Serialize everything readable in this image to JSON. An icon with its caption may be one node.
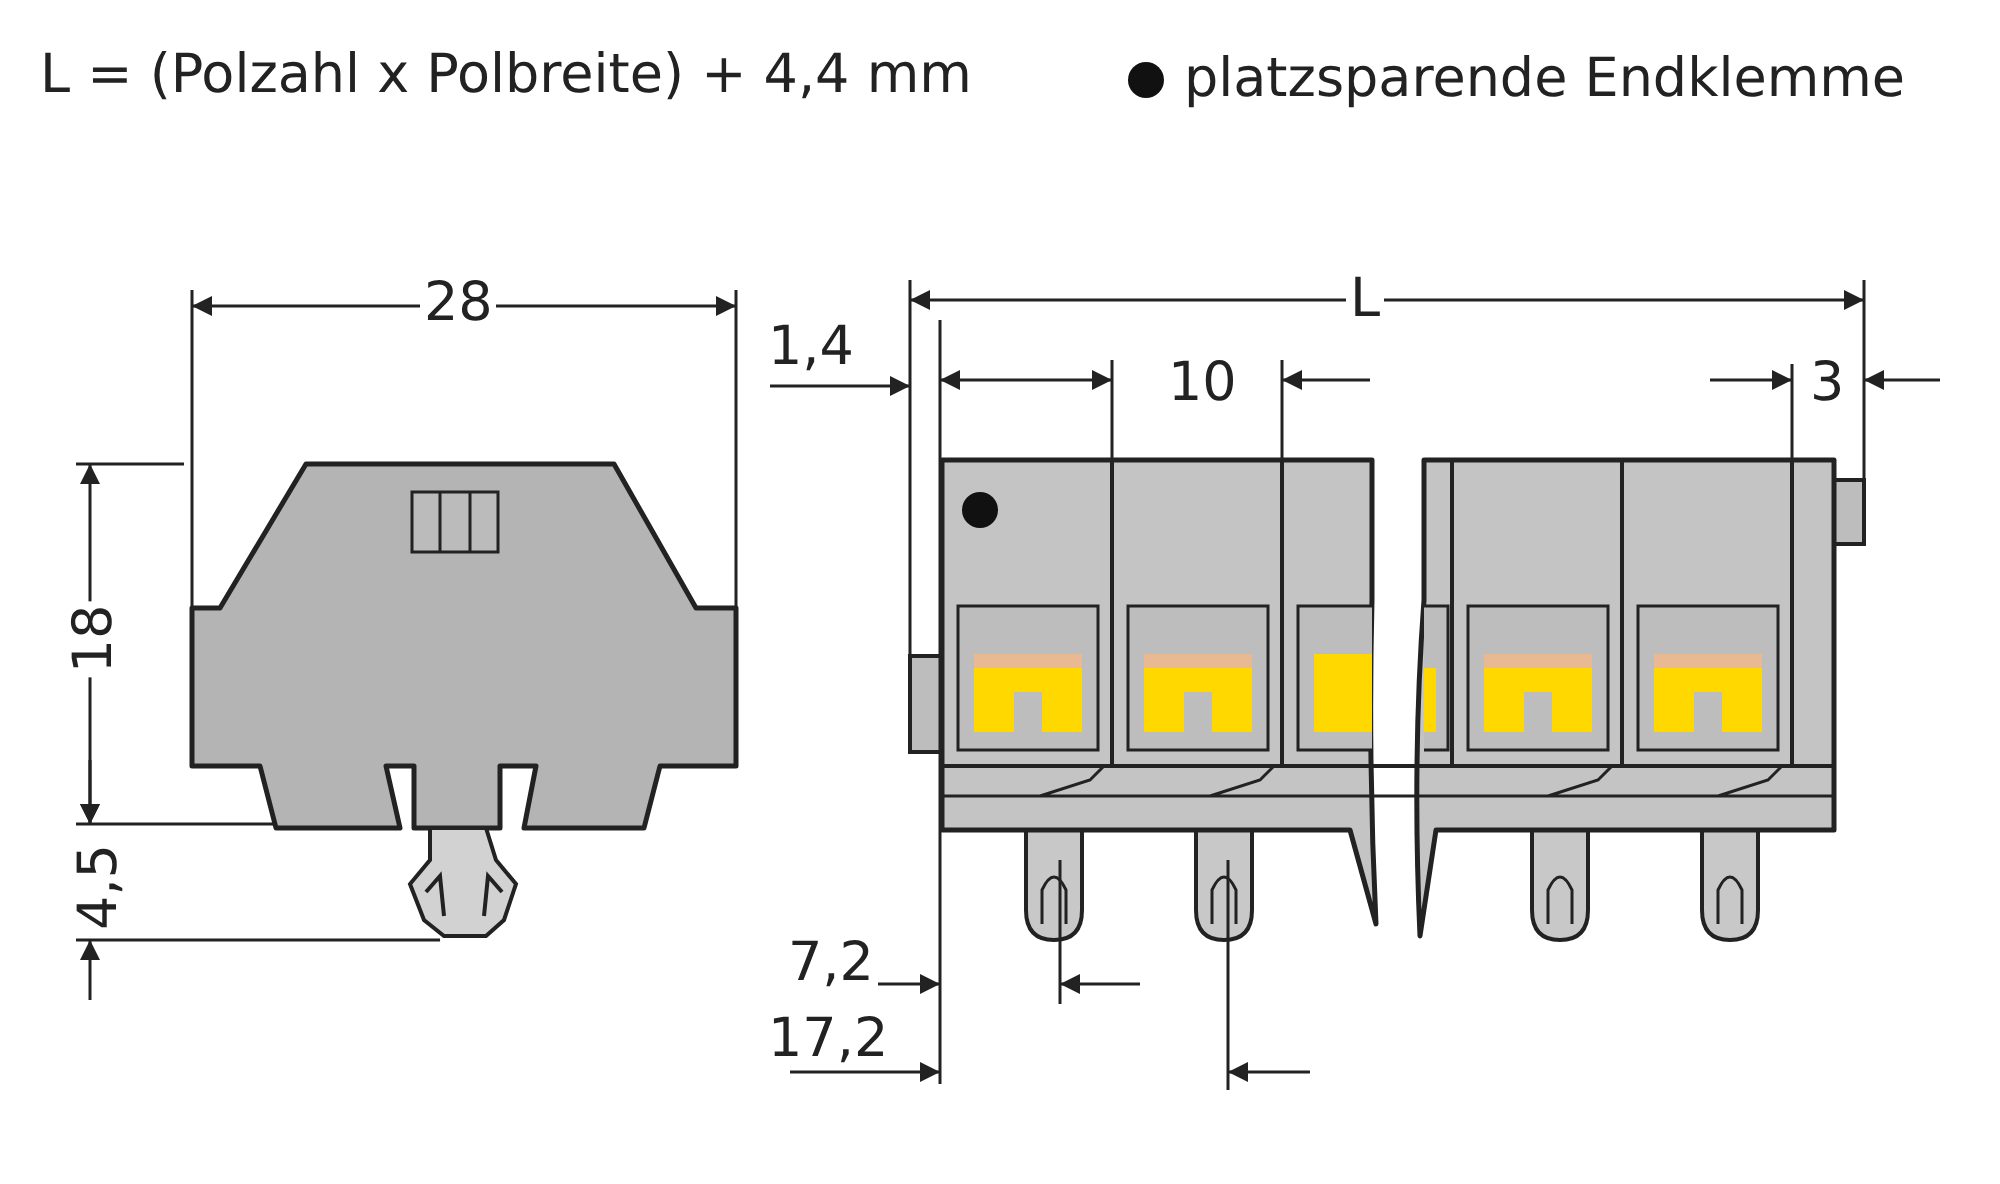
{
  "diagram": {
    "labels": [
      "L = (Polzahl x Polbreite) + 4,4 mm",
      "28",
      "L",
      "1,4",
      "10",
      "3",
      "18",
      "4,5",
      "7,2",
      "17,2"
    ],
    "legend": [
      {
        "text": "platzsparende Endklemme"
      }
    ]
  }
}
